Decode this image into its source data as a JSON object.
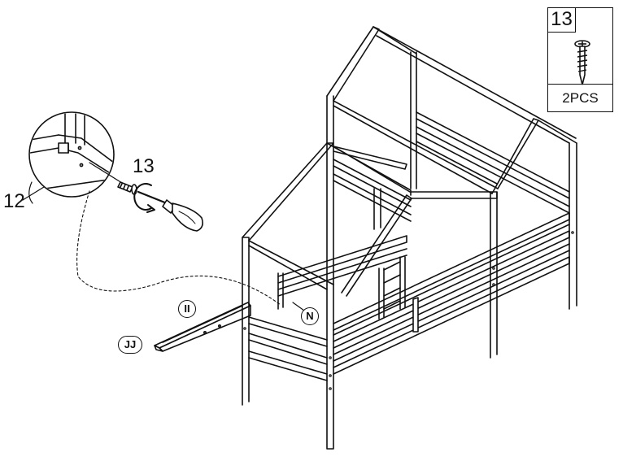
{
  "part": {
    "number": "13",
    "quantity": "2PCS",
    "icon": "screw-icon"
  },
  "detail": {
    "part_callout": "12",
    "screw_callout": "13",
    "tool_icon": "screwdriver-icon",
    "rotation_icon": "clockwise-arrow-icon"
  },
  "labels": {
    "slide_part": "II",
    "slide_end_part": "JJ",
    "bed_part": "N"
  }
}
